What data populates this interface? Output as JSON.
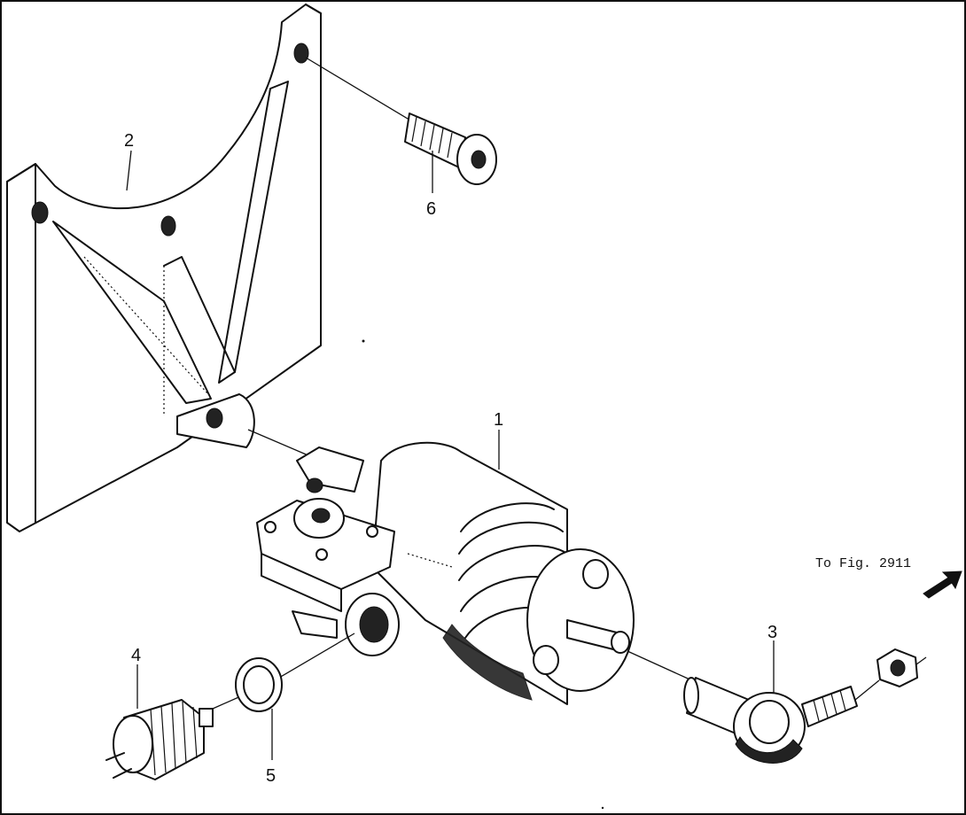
{
  "callouts": {
    "part_1": "1",
    "part_2": "2",
    "part_3": "3",
    "part_4": "4",
    "part_5": "5",
    "part_6": "6"
  },
  "reference_note": "To Fig. 2911",
  "icons": [
    "arrow-icon"
  ]
}
